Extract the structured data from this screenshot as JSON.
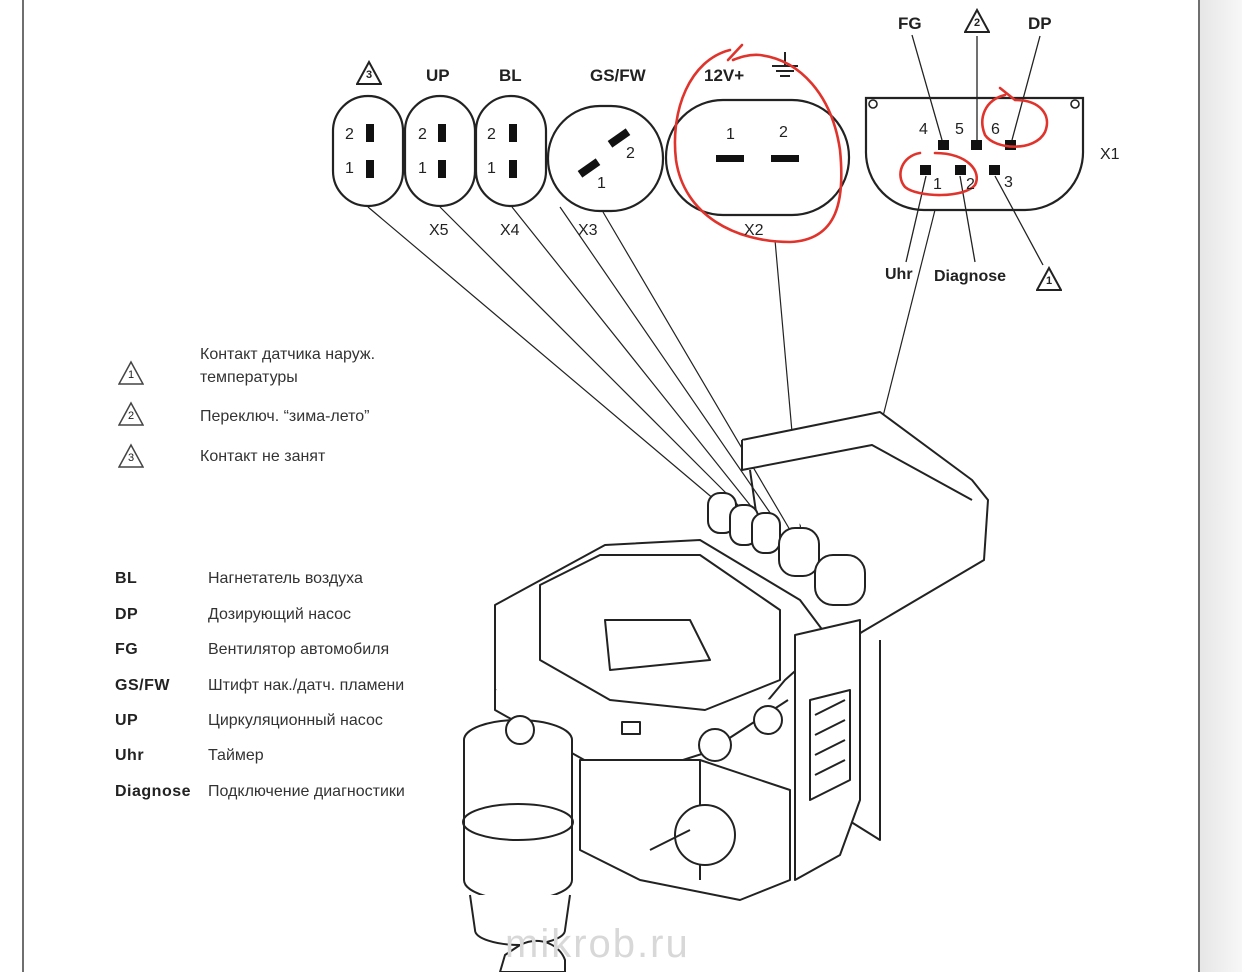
{
  "connectors": {
    "x5": {
      "name": "X5",
      "header_note": "3",
      "pins": [
        "2",
        "1"
      ]
    },
    "x4_up": {
      "header": "UP",
      "pins": [
        "2",
        "1"
      ]
    },
    "x4": {
      "name": "X4",
      "header": "BL",
      "pins": [
        "2",
        "1"
      ]
    },
    "x3": {
      "name": "X3",
      "header": "GS/FW",
      "pins": [
        "2",
        "1"
      ]
    },
    "x2": {
      "name": "X2",
      "header": "12V+",
      "pins": [
        "1",
        "2"
      ]
    },
    "x1": {
      "name": "X1",
      "top_labels": {
        "fg": "FG",
        "note": "2",
        "dp": "DP"
      },
      "pins": [
        "4",
        "5",
        "6",
        "1",
        "2",
        "3"
      ],
      "bottom_labels": {
        "uhr": "Uhr",
        "diagnose": "Diagnose",
        "note": "1"
      }
    }
  },
  "notes": [
    {
      "symbol": "1",
      "text_line1": "Контакт датчика наруж.",
      "text_line2": "температуры"
    },
    {
      "symbol": "2",
      "text": "Переключ. “зима-лето”"
    },
    {
      "symbol": "3",
      "text": "Контакт не занят"
    }
  ],
  "abbreviations": [
    {
      "abbr": "BL",
      "desc": "Нагнетатель воздуха"
    },
    {
      "abbr": "DP",
      "desc": "Дозирующий насос"
    },
    {
      "abbr": "FG",
      "desc": "Вентилятор автомобиля"
    },
    {
      "abbr": "GS/FW",
      "desc": "Штифт нак./датч. пламени"
    },
    {
      "abbr": "UP",
      "desc": "Циркуляционный насос"
    },
    {
      "abbr": "Uhr",
      "desc": "Таймер"
    },
    {
      "abbr": "Diagnose",
      "desc": "Подключение диагностики"
    }
  ],
  "watermark": "mikrob.ru",
  "colors": {
    "line": "#222222",
    "highlight": "#e0332b",
    "frame": "#6f6f6f"
  }
}
